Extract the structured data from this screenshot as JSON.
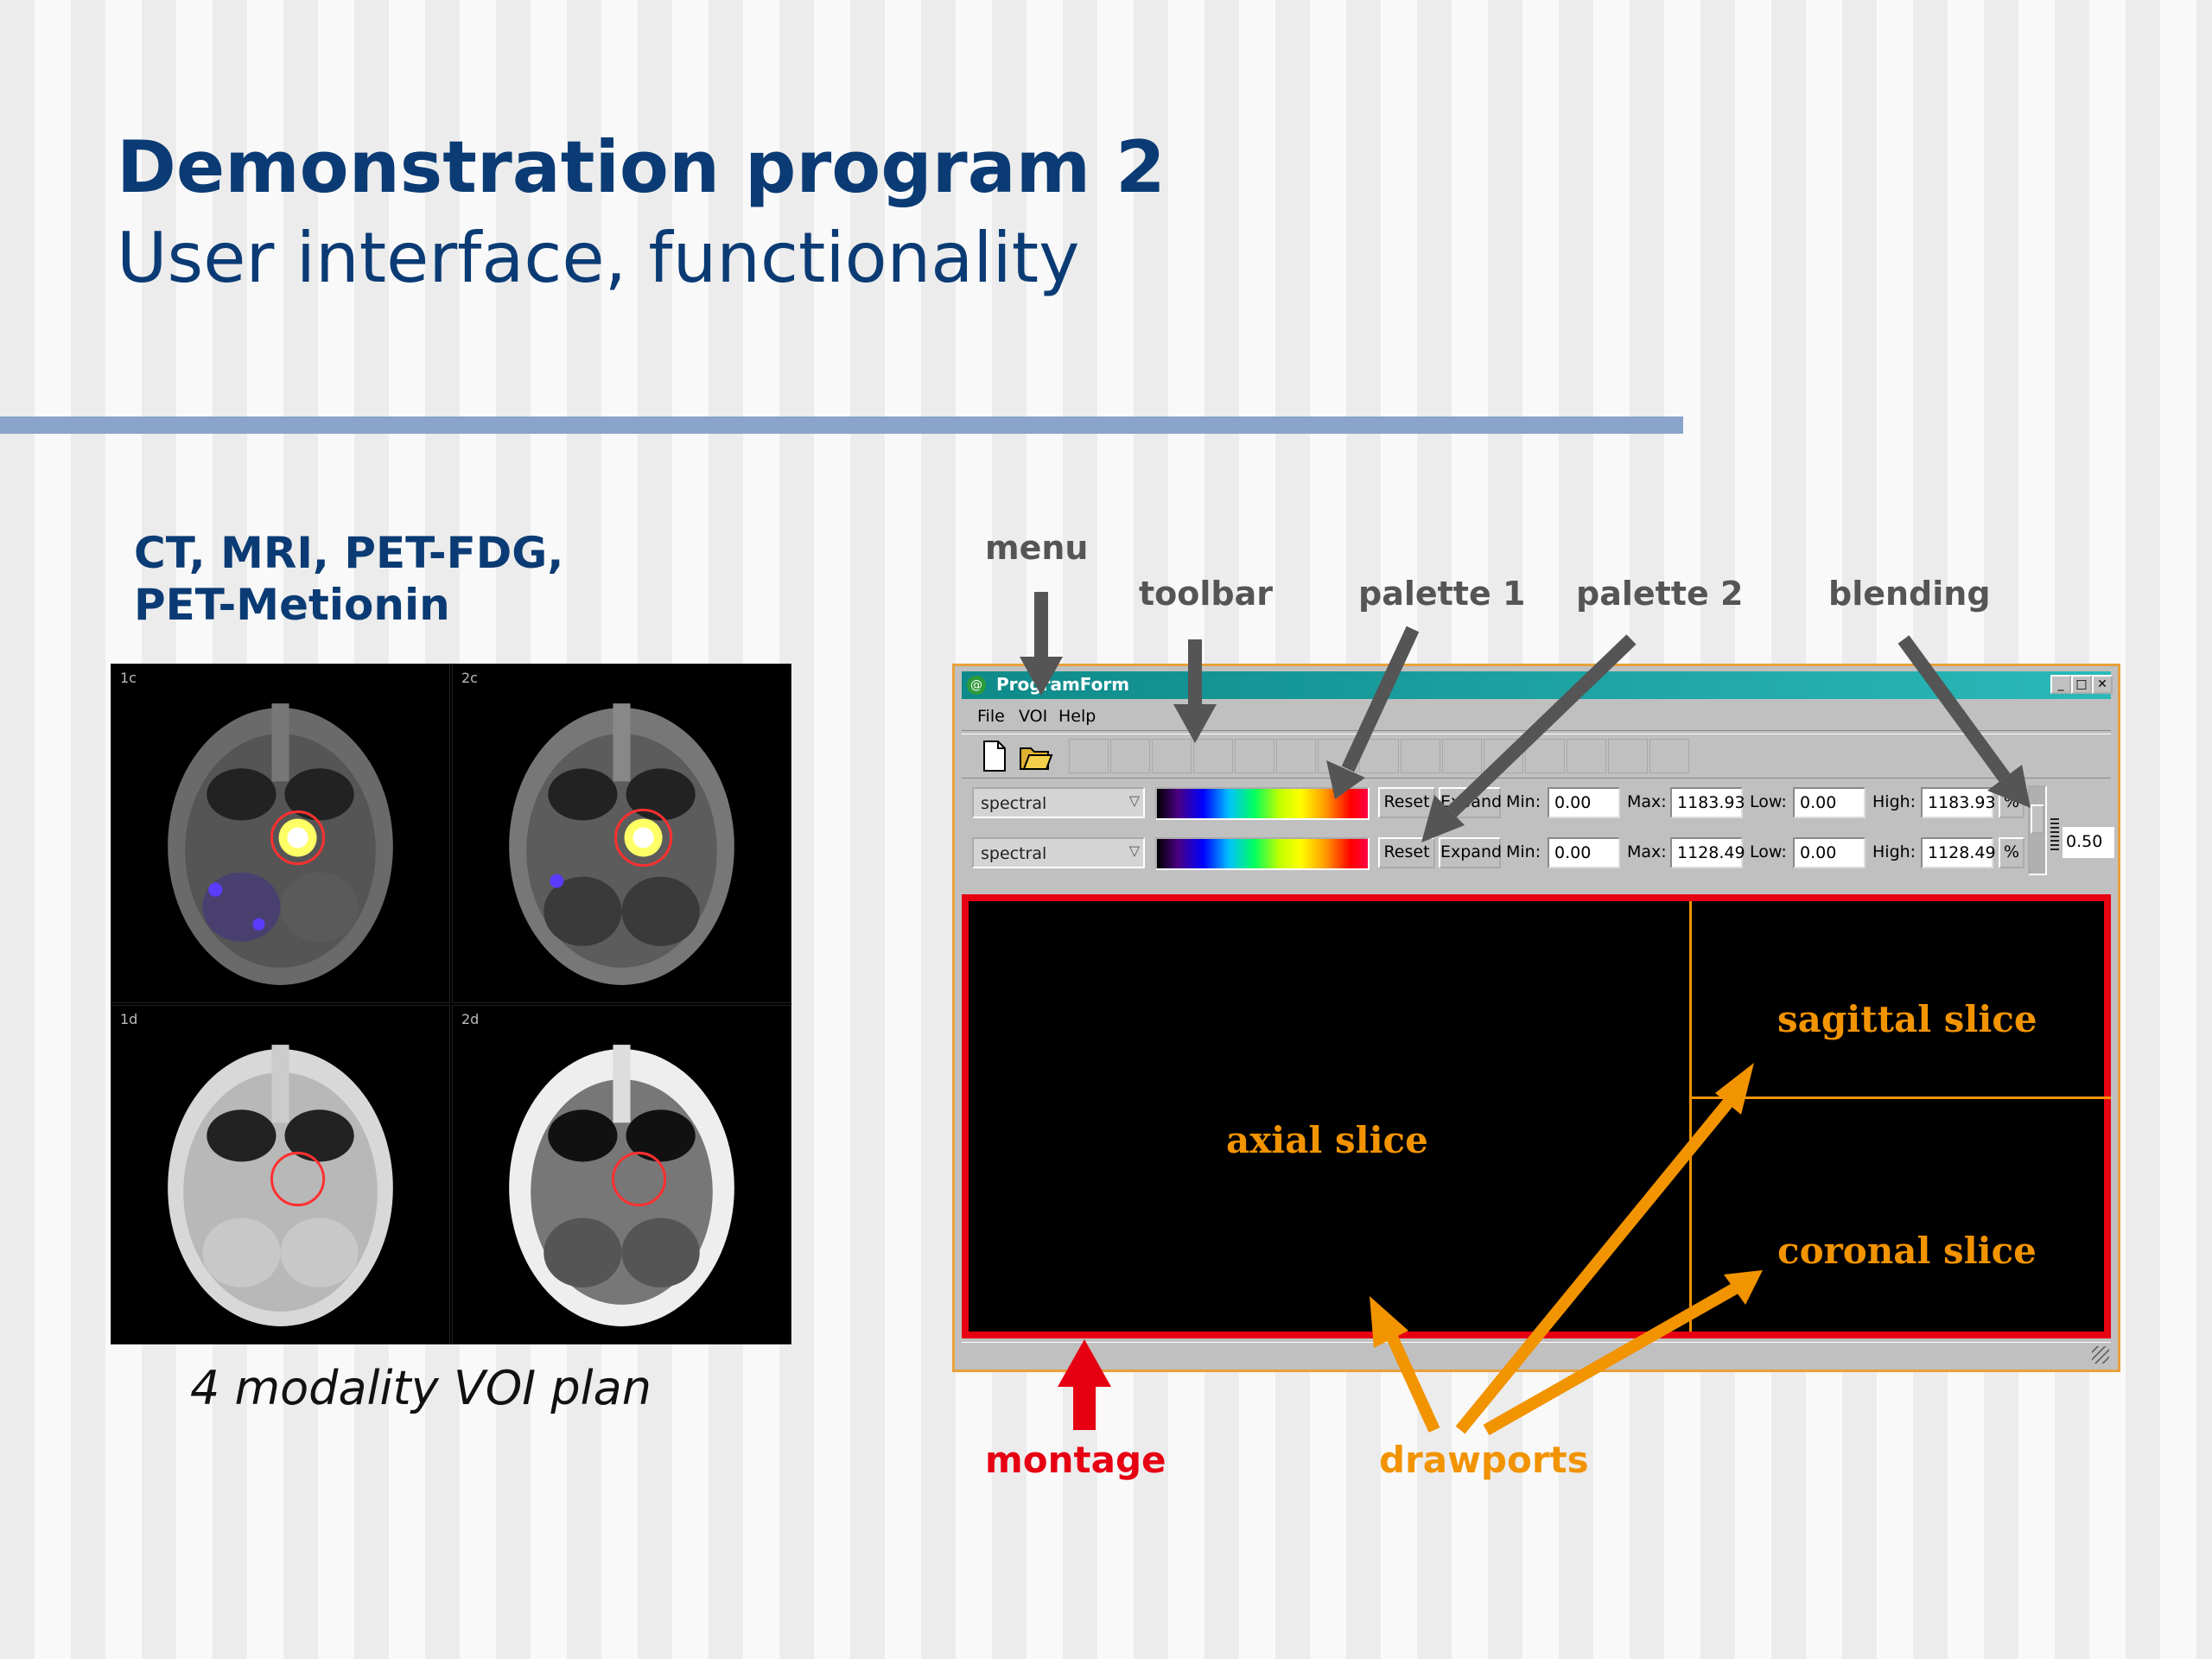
{
  "slide": {
    "title": "Demonstration program 2",
    "subtitle": "User interface, functionality"
  },
  "left_panel": {
    "heading_line1": "CT, MRI, PET-FDG,",
    "heading_line2": "PET-Metionin",
    "scan_labels": [
      "1c",
      "2c",
      "1d",
      "2d"
    ],
    "caption": "4 modality VOI plan"
  },
  "annotations": {
    "menu": "menu",
    "toolbar": "toolbar",
    "palette1": "palette 1",
    "palette2": "palette 2",
    "blending": "blending",
    "montage": "montage",
    "drawports": "drawports"
  },
  "app": {
    "window_title": "ProgramForm",
    "title_buttons": [
      "_",
      "□",
      "✕"
    ],
    "menu": [
      "File",
      "VOI",
      "Help"
    ],
    "toolbar": {
      "icons": [
        "new-file-icon",
        "open-folder-icon"
      ],
      "empty_slots": 15
    },
    "palettes": [
      {
        "name": "spectral",
        "reset_label": "Reset",
        "expand_label": "Expand",
        "min_label": "Min:",
        "min": "0.00",
        "max_label": "Max:",
        "max": "1183.93",
        "low_label": "Low:",
        "low": "0.00",
        "high_label": "High:",
        "high": "1183.93",
        "pct_label": "%"
      },
      {
        "name": "spectral",
        "reset_label": "Reset",
        "expand_label": "Expand",
        "min_label": "Min:",
        "min": "0.00",
        "max_label": "Max:",
        "max": "1128.49",
        "low_label": "Low:",
        "low": "0.00",
        "high_label": "High:",
        "high": "1128.49",
        "pct_label": "%"
      }
    ],
    "blending_value": "0.50",
    "drawports": {
      "axial": "axial slice",
      "sagittal": "sagittal slice",
      "coronal": "coronal slice"
    }
  },
  "colors": {
    "title_blue": "#0b3b74",
    "montage_red": "#e60012",
    "drawport_orange": "#f29300",
    "annotation_gray": "#555555",
    "window_title_teal": "#0f8a8a"
  }
}
